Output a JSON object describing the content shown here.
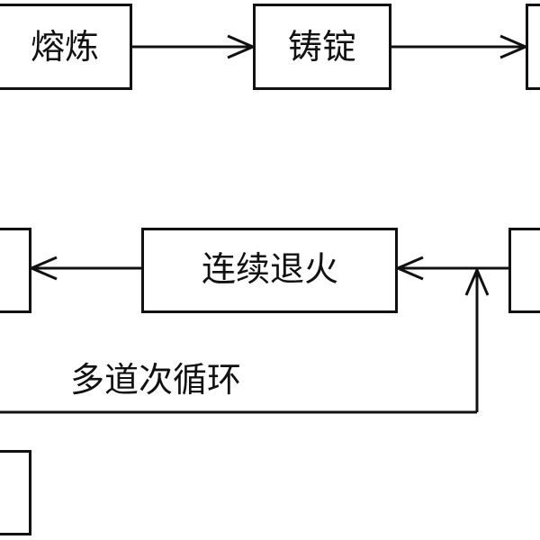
{
  "diagram": {
    "nodes": {
      "smelting": {
        "label": "熔炼"
      },
      "ingot_casting": {
        "label": "铸锭"
      },
      "continuous_annealing": {
        "label": "连续退火"
      }
    },
    "loop_label": "多道次循环",
    "line_color": "#111111",
    "background_color": "#ffffff"
  }
}
